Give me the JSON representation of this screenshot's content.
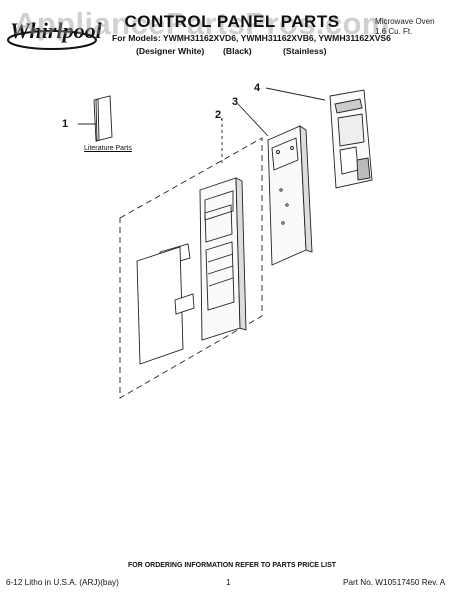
{
  "header": {
    "brand": "Whirlpool",
    "watermark": "AppliancePartsPros.com",
    "title": "CONTROL PANEL PARTS",
    "models_line": "For Models: YWMH31162XVD6, YWMH31162XVB6, YWMH31162XVS6",
    "variants": [
      "(Designer White)",
      "(Black)",
      "(Stainless)"
    ],
    "product_line1": "Microwave Oven",
    "product_line2": "1.6 Cu. Ft."
  },
  "diagram": {
    "callouts": [
      "1",
      "2",
      "3",
      "4"
    ],
    "literature_label": "Literature Parts"
  },
  "footer": {
    "order_note": "FOR ORDERING INFORMATION REFER TO PARTS PRICE LIST",
    "left": "6-12 Litho in U.S.A. (ARJ)(bay)",
    "page_number": "1",
    "part_number": "Part No. W10517450 Rev. A"
  }
}
